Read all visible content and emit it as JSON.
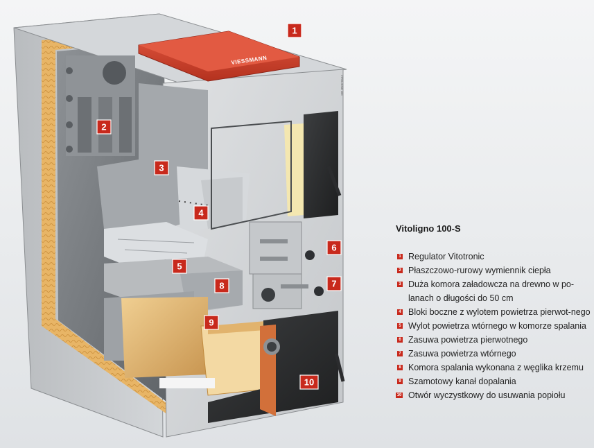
{
  "colors": {
    "accent_red": "#c8291c",
    "background": "#eceef0",
    "insulation": "#e9b76a",
    "casing": "#c8cbce"
  },
  "diagram": {
    "brand_label": "VIESSMANN",
    "small_print": "VITOLIGNO 100",
    "callouts": [
      {
        "number": "1",
        "target": "control-unit"
      },
      {
        "number": "2",
        "target": "heat-exchanger"
      },
      {
        "number": "3",
        "target": "fuel-loading-chamber"
      },
      {
        "number": "4",
        "target": "side-blocks"
      },
      {
        "number": "5",
        "target": "secondary-air-outlet"
      },
      {
        "number": "6",
        "target": "primary-air-damper"
      },
      {
        "number": "7",
        "target": "secondary-air-damper"
      },
      {
        "number": "8",
        "target": "combustion-chamber"
      },
      {
        "number": "9",
        "target": "afterburn-channel"
      },
      {
        "number": "10",
        "target": "cleaning-opening"
      }
    ]
  },
  "legend": {
    "title": "Vitoligno 100-S",
    "items": [
      {
        "number": "1",
        "text": "Regulator Vitotronic"
      },
      {
        "number": "2",
        "text": "Płaszczowo-rurowy wymiennik ciepła"
      },
      {
        "number": "3",
        "text": "Duża komora załadowcza na drewno w po-lanach o długości do 50 cm"
      },
      {
        "number": "4",
        "text": "Bloki boczne z wylotem powietrza pierwot-nego"
      },
      {
        "number": "5",
        "text": "Wylot powietrza wtórnego w komorze spalania"
      },
      {
        "number": "6",
        "text": "Zasuwa powietrza pierwotnego"
      },
      {
        "number": "7",
        "text": "Zasuwa powietrza wtórnego"
      },
      {
        "number": "8",
        "text": "Komora spalania wykonana z węglika krzemu"
      },
      {
        "number": "9",
        "text": "Szamotowy kanał dopalania"
      },
      {
        "number": "10",
        "text": "Otwór wyczystkowy do usuwania popiołu"
      }
    ]
  }
}
